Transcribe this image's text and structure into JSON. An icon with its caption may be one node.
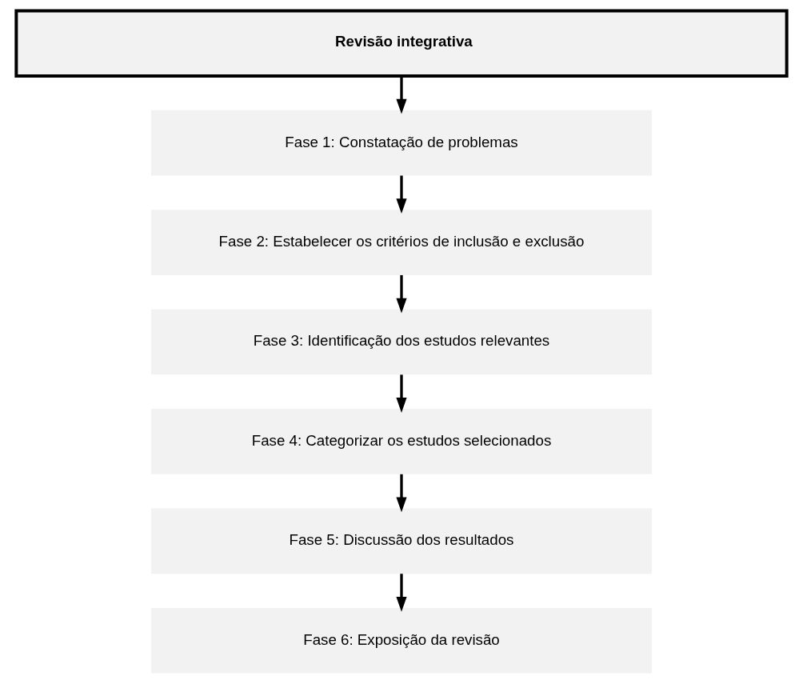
{
  "diagram": {
    "nodes": [
      {
        "text": [
          "Revisão integrativa"
        ]
      },
      {
        "text": [
          "Fase 1: Constatação de problemas"
        ]
      },
      {
        "text": [
          "Fase 2: Estabelecer os critérios de inclusão e exclusão"
        ]
      },
      {
        "text": [
          "Fase 3: Identificação dos estudos relevantes"
        ]
      },
      {
        "text": [
          "Fase 4: Categorizar os estudos selecionados"
        ]
      },
      {
        "text": [
          "Fase 5: Discussão dos resultados"
        ]
      },
      {
        "text": [
          "Fase 6: Exposição da revisão"
        ]
      }
    ],
    "edges": [
      {
        "from": 0,
        "to": 1,
        "arrow": "to"
      },
      {
        "from": 1,
        "to": 2,
        "arrow": "to"
      },
      {
        "from": 2,
        "to": 3,
        "arrow": "to"
      },
      {
        "from": 3,
        "to": 4,
        "arrow": "to"
      },
      {
        "from": 4,
        "to": 5,
        "arrow": "to"
      },
      {
        "from": 5,
        "to": 6,
        "arrow": "to"
      }
    ]
  }
}
